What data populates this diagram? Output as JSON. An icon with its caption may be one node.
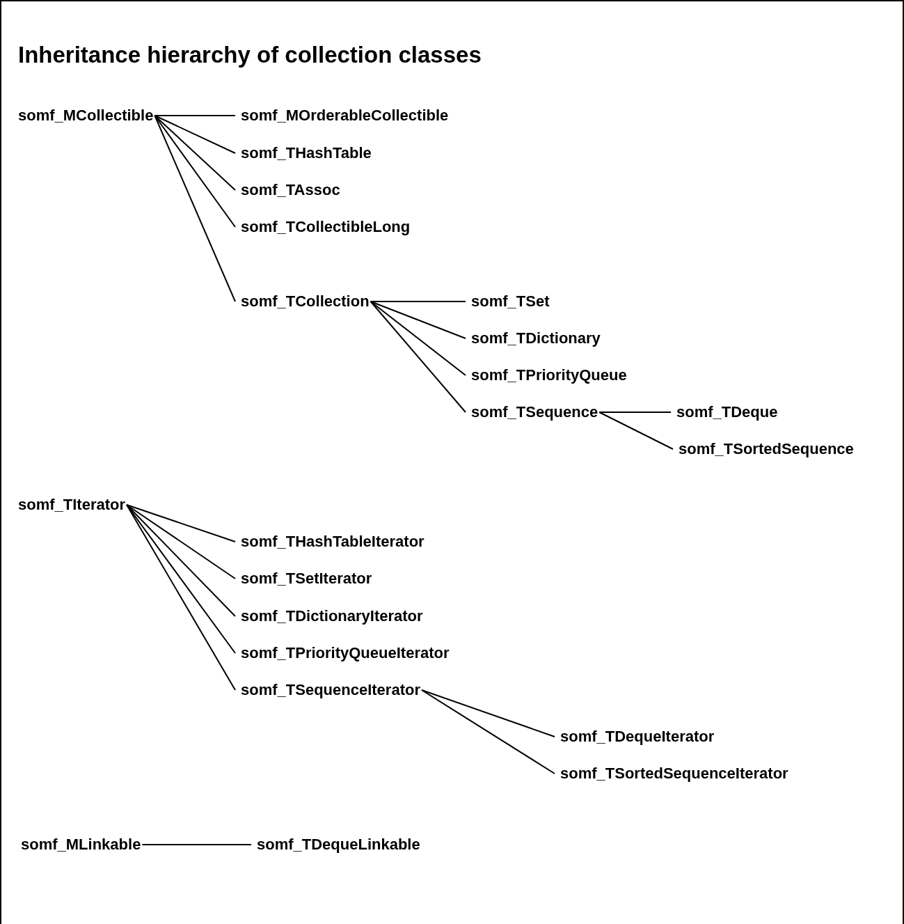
{
  "diagram": {
    "title": "Inheritance hierarchy of collection classes",
    "nodes": [
      {
        "text": [
          "somf_MCollectible"
        ]
      },
      {
        "text": [
          "somf_MOrderableCollectible"
        ]
      },
      {
        "text": [
          "somf_THashTable"
        ]
      },
      {
        "text": [
          "somf_TAssoc"
        ]
      },
      {
        "text": [
          "somf_TCollectibleLong"
        ]
      },
      {
        "text": [
          "somf_TCollection"
        ]
      },
      {
        "text": [
          "somf_TSet"
        ]
      },
      {
        "text": [
          "somf_TDictionary"
        ]
      },
      {
        "text": [
          "somf_TPriorityQueue"
        ]
      },
      {
        "text": [
          "somf_TSequence"
        ]
      },
      {
        "text": [
          "somf_TDeque"
        ]
      },
      {
        "text": [
          "somf_TSortedSequence"
        ]
      },
      {
        "text": [
          "somf_TIterator"
        ]
      },
      {
        "text": [
          "somf_THashTableIterator"
        ]
      },
      {
        "text": [
          "somf_TSetIterator"
        ]
      },
      {
        "text": [
          "somf_TDictionaryIterator"
        ]
      },
      {
        "text": [
          "somf_TPriorityQueueIterator"
        ]
      },
      {
        "text": [
          "somf_TSequenceIterator"
        ]
      },
      {
        "text": [
          "somf_TDequeIterator"
        ]
      },
      {
        "text": [
          "somf_TSortedSequenceIterator"
        ]
      },
      {
        "text": [
          "somf_MLinkable"
        ]
      },
      {
        "text": [
          "somf_TDequeLinkable"
        ]
      }
    ],
    "edges": [
      {
        "from": 0,
        "to": 1,
        "arrow": "none"
      },
      {
        "from": 0,
        "to": 2,
        "arrow": "none"
      },
      {
        "from": 0,
        "to": 3,
        "arrow": "none"
      },
      {
        "from": 0,
        "to": 4,
        "arrow": "none"
      },
      {
        "from": 0,
        "to": 5,
        "arrow": "none"
      },
      {
        "from": 5,
        "to": 6,
        "arrow": "none"
      },
      {
        "from": 5,
        "to": 7,
        "arrow": "none"
      },
      {
        "from": 5,
        "to": 8,
        "arrow": "none"
      },
      {
        "from": 5,
        "to": 9,
        "arrow": "none"
      },
      {
        "from": 9,
        "to": 10,
        "arrow": "none"
      },
      {
        "from": 9,
        "to": 11,
        "arrow": "none"
      },
      {
        "from": 12,
        "to": 13,
        "arrow": "none"
      },
      {
        "from": 12,
        "to": 14,
        "arrow": "none"
      },
      {
        "from": 12,
        "to": 15,
        "arrow": "none"
      },
      {
        "from": 12,
        "to": 16,
        "arrow": "none"
      },
      {
        "from": 12,
        "to": 17,
        "arrow": "none"
      },
      {
        "from": 17,
        "to": 18,
        "arrow": "none"
      },
      {
        "from": 17,
        "to": 19,
        "arrow": "none"
      },
      {
        "from": 20,
        "to": 21,
        "arrow": "none"
      }
    ]
  }
}
